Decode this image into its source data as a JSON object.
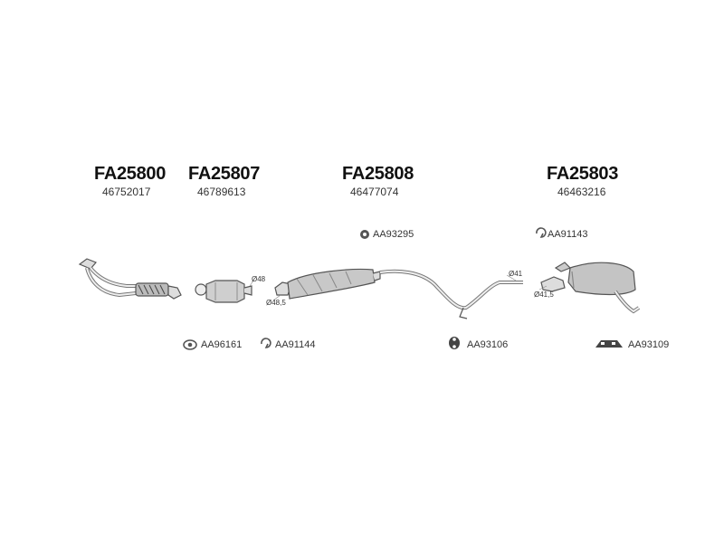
{
  "parts": [
    {
      "code": "FA25800",
      "oem": "46752017"
    },
    {
      "code": "FA25807",
      "oem": "46789613"
    },
    {
      "code": "FA25808",
      "oem": "46477074"
    },
    {
      "code": "FA25803",
      "oem": "46463216"
    }
  ],
  "accessories": [
    {
      "code": "AA93295",
      "icon": "rubber-ring-icon"
    },
    {
      "code": "AA91143",
      "icon": "clamp-icon"
    },
    {
      "code": "AA96161",
      "icon": "gasket-ring-icon"
    },
    {
      "code": "AA91144",
      "icon": "clamp-icon"
    },
    {
      "code": "AA93106",
      "icon": "rubber-hanger-icon"
    },
    {
      "code": "AA93109",
      "icon": "mounting-strip-icon"
    }
  ],
  "dimensions": [
    "Ø48",
    "Ø48,5",
    "Ø41",
    "Ø41,5"
  ]
}
